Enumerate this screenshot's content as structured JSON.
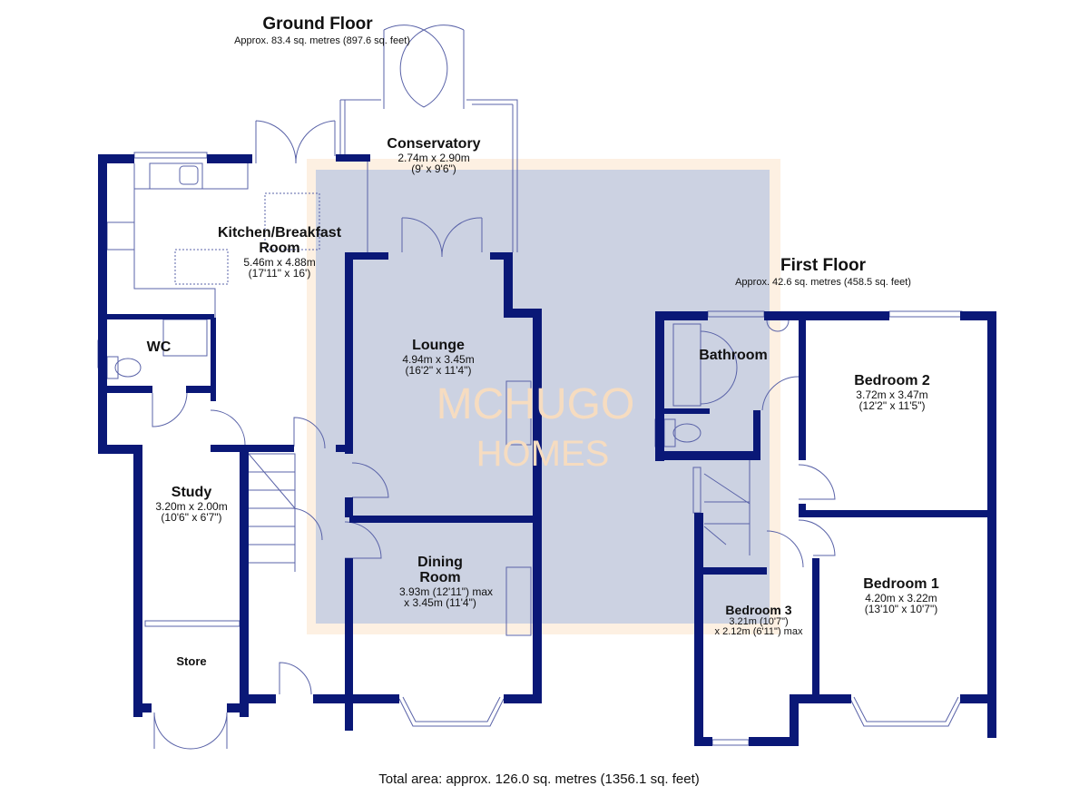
{
  "ground_floor": {
    "title": "Ground Floor",
    "area": "Approx. 83.4 sq. metres (897.6 sq. feet)",
    "rooms": [
      {
        "name": "Conservatory",
        "dims": [
          "2.74m x 2.90m",
          "(9' x 9'6\")"
        ]
      },
      {
        "name": "Kitchen/Breakfast Room",
        "dims": [
          "5.46m x 4.88m",
          "(17'11\" x 16')"
        ]
      },
      {
        "name": "WC",
        "dims": []
      },
      {
        "name": "Lounge",
        "dims": [
          "4.94m x 3.45m",
          "(16'2\" x 11'4\")"
        ]
      },
      {
        "name": "Study",
        "dims": [
          "3.20m x 2.00m",
          "(10'6\" x 6'7\")"
        ]
      },
      {
        "name": "Dining Room",
        "dims": [
          "3.93m (12'11\") max",
          "x 3.45m (11'4\")"
        ]
      },
      {
        "name": "Store",
        "dims": []
      }
    ]
  },
  "first_floor": {
    "title": "First Floor",
    "area": "Approx. 42.6 sq. metres (458.5 sq. feet)",
    "rooms": [
      {
        "name": "Bathroom",
        "dims": []
      },
      {
        "name": "Bedroom 2",
        "dims": [
          "3.72m x 3.47m",
          "(12'2\" x 11'5\")"
        ]
      },
      {
        "name": "Bedroom 1",
        "dims": [
          "4.20m x 3.22m",
          "(13'10\" x 10'7\")"
        ]
      },
      {
        "name": "Bedroom 3",
        "dims": [
          "3.21m (10'7\")",
          "x 2.12m (6'11\") max"
        ]
      }
    ]
  },
  "watermark": {
    "line1": "MCHUGO",
    "line2": "HOMES"
  },
  "total_area": "Total area: approx. 126.0 sq. metres (1356.1 sq. feet)",
  "colors": {
    "wall": "#0a1877",
    "fixture": "#5a63a8",
    "watermark_fill": "#c9cfe0",
    "watermark_border": "#fbe6d0",
    "watermark_text": "#f6dcc0"
  }
}
